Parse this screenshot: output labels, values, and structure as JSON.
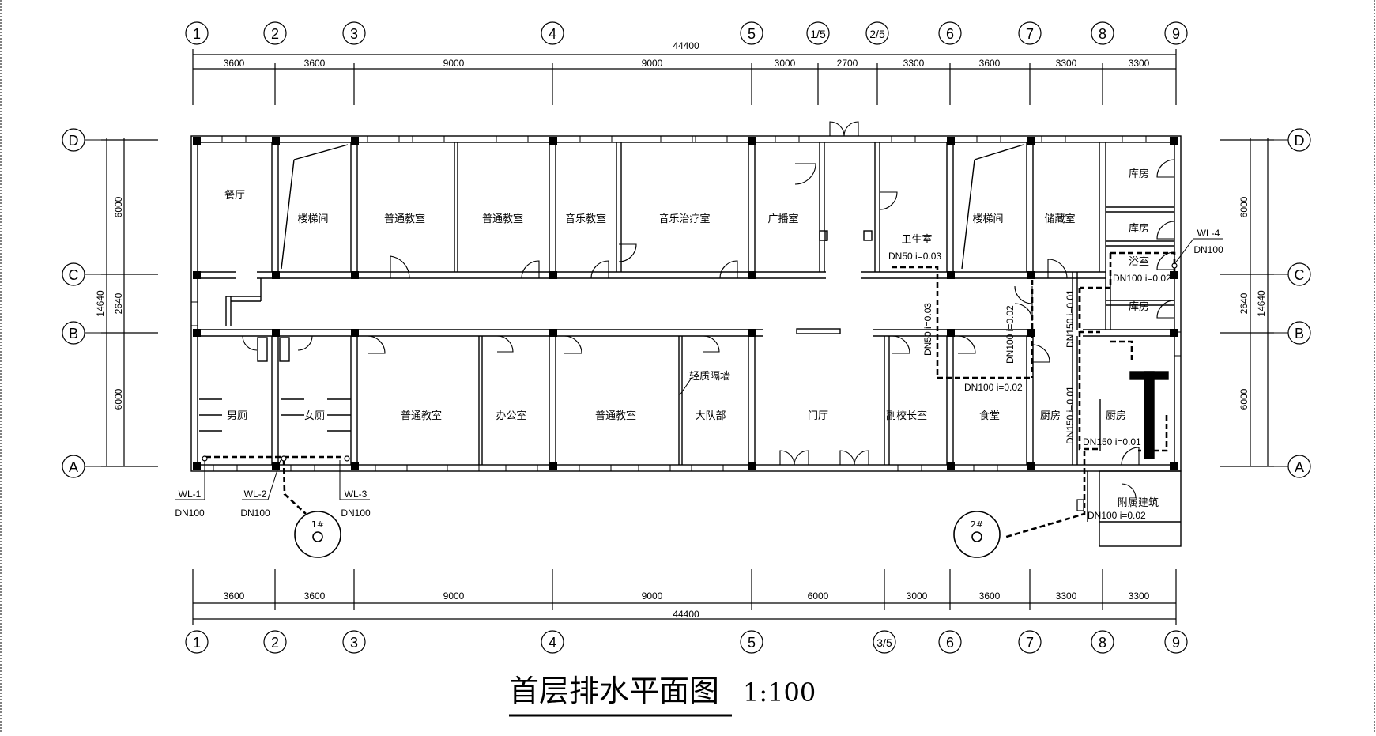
{
  "drawing": {
    "title": "首层排水平面图",
    "scale": "1:100"
  },
  "axes": {
    "top_labels": [
      "1",
      "2",
      "3",
      "4",
      "5",
      "1/5",
      "2/5",
      "6",
      "7",
      "8",
      "9"
    ],
    "bottom_labels": [
      "1",
      "2",
      "3",
      "4",
      "5",
      "3/5",
      "6",
      "7",
      "8",
      "9"
    ],
    "side_labels": [
      "D",
      "C",
      "B",
      "A"
    ]
  },
  "dimensions": {
    "top_total": "44400",
    "top_segments": [
      "3600",
      "3600",
      "9000",
      "9000",
      "3000",
      "2700",
      "3300",
      "3600",
      "3300",
      "3300"
    ],
    "bottom_total": "44400",
    "bottom_segments": [
      "3600",
      "3600",
      "9000",
      "9000",
      "6000",
      "3000",
      "3600",
      "3300",
      "3300"
    ],
    "left_outer": "14640",
    "left_segments": [
      "6000",
      "2640",
      "6000"
    ],
    "right_outer": "14640",
    "right_segments": [
      "6000",
      "2640",
      "6000"
    ]
  },
  "rooms": {
    "canteen": "餐厅",
    "stair_w": "楼梯间",
    "classroom_1": "普通教室",
    "classroom_2": "普通教室",
    "music_class": "音乐教室",
    "music_therapy": "音乐治疗室",
    "broadcast": "广播室",
    "stair_e": "楼梯间",
    "storage": "储藏室",
    "warehouse_1": "库房",
    "warehouse_2": "库房",
    "bath": "浴室",
    "warehouse_3": "库房",
    "health": "卫生室",
    "men_wc": "男厕",
    "women_wc": "女厕",
    "classroom_3": "普通教室",
    "office": "办公室",
    "classroom_4": "普通教室",
    "multi_hall": "大队部",
    "lobby": "门厅",
    "vice_principal": "副校长室",
    "dining": "食堂",
    "kitchen_small": "厨房",
    "kitchen": "厨房",
    "light_partition": "轻质隔墙",
    "annex": "附属建筑"
  },
  "pipes": {
    "wl1": "WL-1",
    "wl1_dn": "DN100",
    "wl2": "WL-2",
    "wl2_dn": "DN100",
    "wl3": "WL-3",
    "wl3_dn": "DN100",
    "wl4": "WL-4",
    "wl4_dn": "DN100",
    "p_dn50_003_h": "DN50  i=0.03",
    "p_dn50_003_v": "DN50  i=0.03",
    "p_dn100_002_v": "DN100  i=0.02",
    "p_dn100_002_h": "DN100  i=0.02",
    "p_dn150_001_a": "DN150  i=0.01",
    "p_dn150_001_b": "DN150  i=0.01",
    "p_dn150_001_h": "DN150  i=0.01",
    "p_dn100_002_bath": "DN100  i=0.02",
    "p_dn100_002_annex": "DN100  i=0.02"
  },
  "wells": {
    "well_1": "1#",
    "well_2": "2#"
  }
}
